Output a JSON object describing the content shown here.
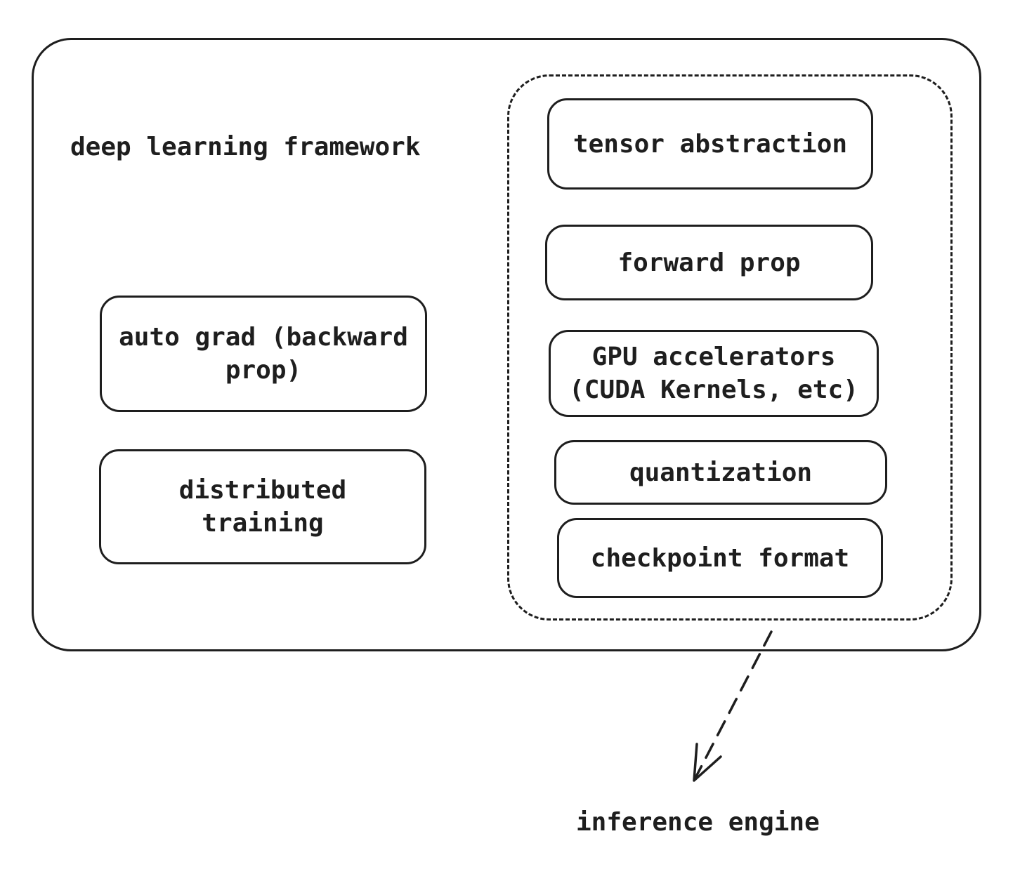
{
  "diagram": {
    "framework_label": "deep learning framework",
    "training_nodes": [
      {
        "label": "auto grad (backward\nprop)"
      },
      {
        "label": "distributed\n training"
      }
    ],
    "inference_nodes": [
      {
        "label": "tensor abstraction"
      },
      {
        "label": "forward prop"
      },
      {
        "label": "GPU accelerators \n(CUDA Kernels, etc)"
      },
      {
        "label": "quantization"
      },
      {
        "label": "checkpoint format"
      }
    ],
    "arrow_target_label": "inference engine",
    "colors": {
      "stroke": "#1e1e1e",
      "background": "#ffffff"
    }
  }
}
